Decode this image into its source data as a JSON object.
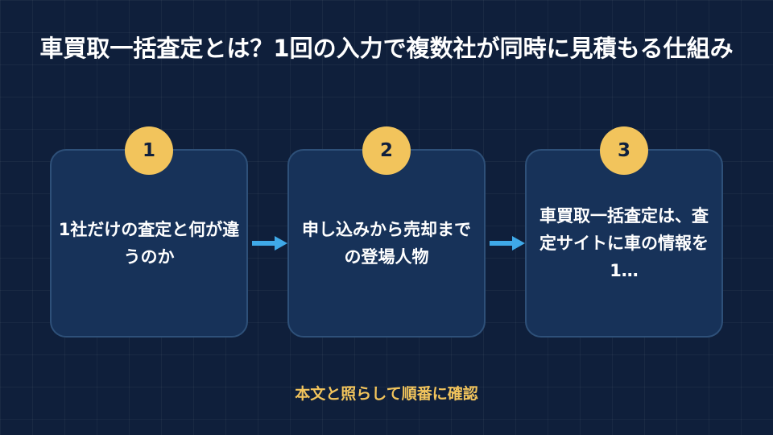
{
  "title": "車買取一括査定とは？1回の入力で複数社が同時に見積もる仕組み",
  "steps": [
    {
      "number": "1",
      "text": "1社だけの査定と何が違うのか"
    },
    {
      "number": "2",
      "text": "申し込みから売却までの登場人物"
    },
    {
      "number": "3",
      "text": "車買取一括査定は、査定サイトに車の情報を1…"
    }
  ],
  "footer": "本文と照らして順番に確認",
  "colors": {
    "background": "#0f1f3b",
    "card": "#173259",
    "card_border": "#2e5079",
    "badge": "#f2c45c",
    "arrow": "#3fa9e8",
    "footer_text": "#f2c45c",
    "text": "#ffffff"
  },
  "icons": {
    "connector": "arrow-right-icon"
  }
}
